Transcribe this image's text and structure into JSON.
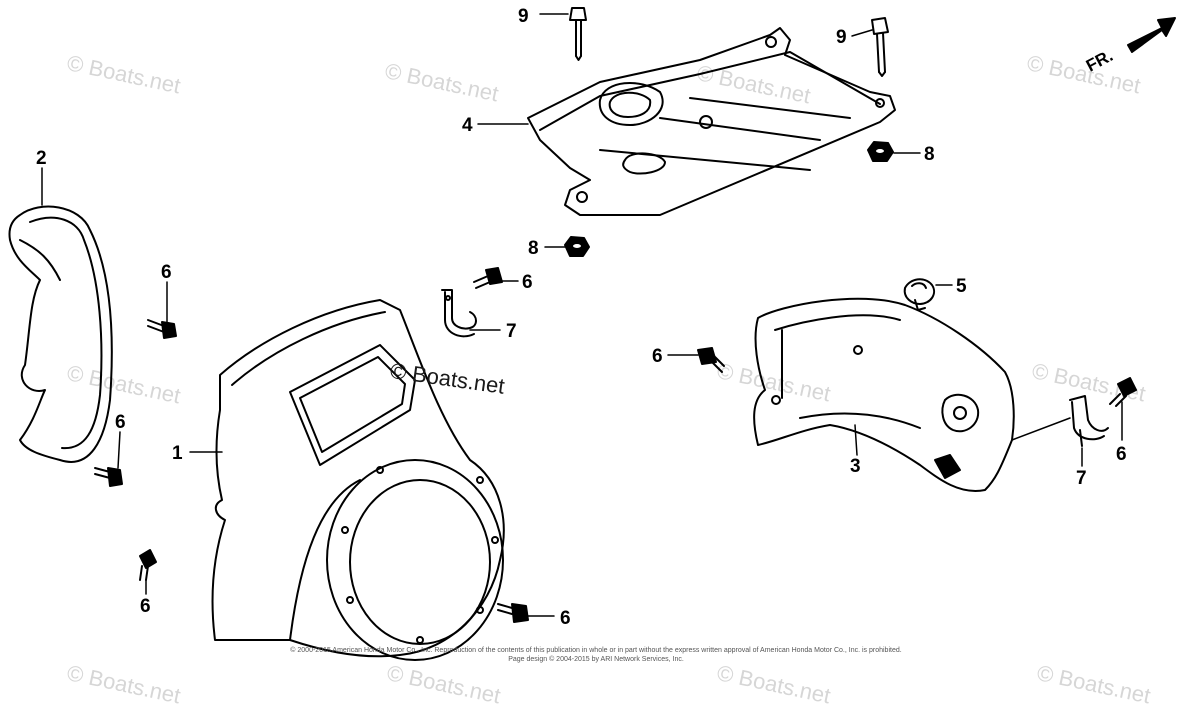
{
  "watermark": "© Boats.net",
  "watermark_center": "© Boats.net",
  "direction_label": "FR.",
  "callouts": [
    {
      "id": "c9a",
      "label": "9"
    },
    {
      "id": "c9b",
      "label": "9"
    },
    {
      "id": "c4",
      "label": "4"
    },
    {
      "id": "c8a",
      "label": "8"
    },
    {
      "id": "c8b",
      "label": "8"
    },
    {
      "id": "c2",
      "label": "2"
    },
    {
      "id": "c6a",
      "label": "6"
    },
    {
      "id": "c6b",
      "label": "6"
    },
    {
      "id": "c7a",
      "label": "7"
    },
    {
      "id": "c5",
      "label": "5"
    },
    {
      "id": "c6c",
      "label": "6"
    },
    {
      "id": "c6d",
      "label": "6"
    },
    {
      "id": "c1",
      "label": "1"
    },
    {
      "id": "c6e",
      "label": "6"
    },
    {
      "id": "c3",
      "label": "3"
    },
    {
      "id": "c7b",
      "label": "7"
    },
    {
      "id": "c6f",
      "label": "6"
    },
    {
      "id": "c6g",
      "label": "6"
    },
    {
      "id": "c6h",
      "label": "6"
    }
  ],
  "copyright_line1": "© 2000-2015 American Honda Motor Co., Inc. Reproduction of the contents of this publication in whole or in part without the express written approval of American Honda Motor Co., Inc. is prohibited.",
  "copyright_line2": "Page design © 2004-2015 by ARI Network Services, Inc."
}
